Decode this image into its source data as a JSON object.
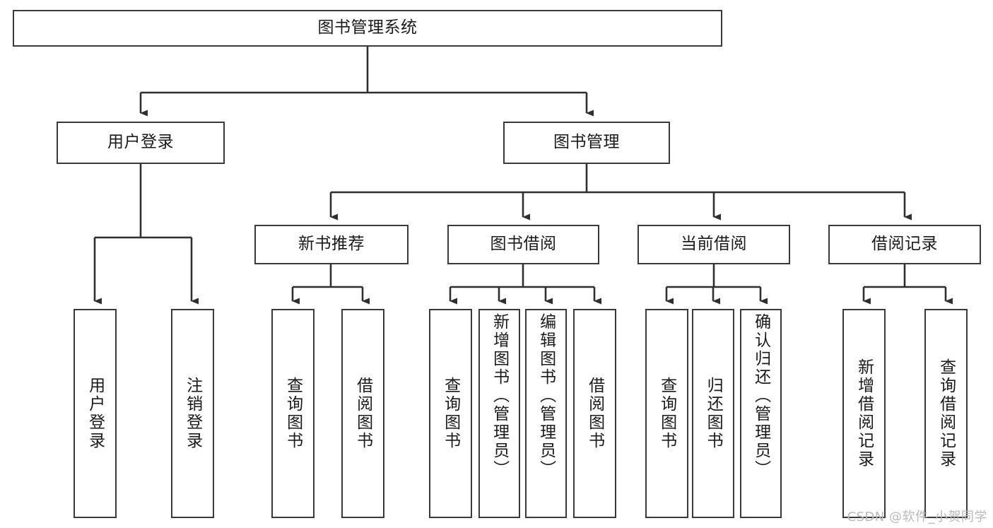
{
  "diagram": {
    "type": "tree-hierarchy",
    "title": "图书管理系统",
    "watermark": "CSDN @软件_小贺同学",
    "colors": {
      "box_border": "#3a3a3a",
      "box_fill": "#ffffff",
      "connector": "#2f2f2f",
      "text": "#1a1a1a",
      "watermark": "#b9b9b9",
      "background": "#ffffff"
    },
    "levels": [
      {
        "level": 1,
        "nodes": [
          {
            "id": "root",
            "label": "图书管理系统",
            "orientation": "horizontal"
          }
        ]
      },
      {
        "level": 2,
        "nodes": [
          {
            "id": "login",
            "label": "用户登录",
            "orientation": "horizontal"
          },
          {
            "id": "bookmgmt",
            "label": "图书管理",
            "orientation": "horizontal"
          }
        ]
      },
      {
        "level": 3,
        "nodes": [
          {
            "id": "newbook",
            "label": "新书推荐",
            "orientation": "horizontal"
          },
          {
            "id": "borrow",
            "label": "图书借阅",
            "orientation": "horizontal"
          },
          {
            "id": "current",
            "label": "当前借阅",
            "orientation": "horizontal"
          },
          {
            "id": "records",
            "label": "借阅记录",
            "orientation": "horizontal"
          }
        ]
      },
      {
        "level": 4,
        "nodes": [
          {
            "id": "leaf-1",
            "label": "用户登录",
            "orientation": "vertical",
            "parent": "login"
          },
          {
            "id": "leaf-2",
            "label": "注销登录",
            "orientation": "vertical",
            "parent": "login"
          },
          {
            "id": "leaf-3",
            "label": "查询图书",
            "orientation": "vertical",
            "parent": "newbook"
          },
          {
            "id": "leaf-4",
            "label": "借阅图书",
            "orientation": "vertical",
            "parent": "newbook"
          },
          {
            "id": "leaf-5",
            "label": "查询图书",
            "orientation": "vertical",
            "parent": "borrow"
          },
          {
            "id": "leaf-6",
            "label": "新增图书（管理员）",
            "orientation": "vertical",
            "parent": "borrow"
          },
          {
            "id": "leaf-7",
            "label": "编辑图书（管理员）",
            "orientation": "vertical",
            "parent": "borrow"
          },
          {
            "id": "leaf-8",
            "label": "借阅图书",
            "orientation": "vertical",
            "parent": "borrow"
          },
          {
            "id": "leaf-9",
            "label": "查询图书",
            "orientation": "vertical",
            "parent": "current"
          },
          {
            "id": "leaf-10",
            "label": "归还图书",
            "orientation": "vertical",
            "parent": "current"
          },
          {
            "id": "leaf-11",
            "label": "确认归还（管理员）",
            "orientation": "vertical",
            "parent": "current"
          },
          {
            "id": "leaf-12",
            "label": "新增借阅记录",
            "orientation": "vertical",
            "parent": "records"
          },
          {
            "id": "leaf-13",
            "label": "查询借阅记录",
            "orientation": "vertical",
            "parent": "records"
          }
        ]
      }
    ]
  }
}
